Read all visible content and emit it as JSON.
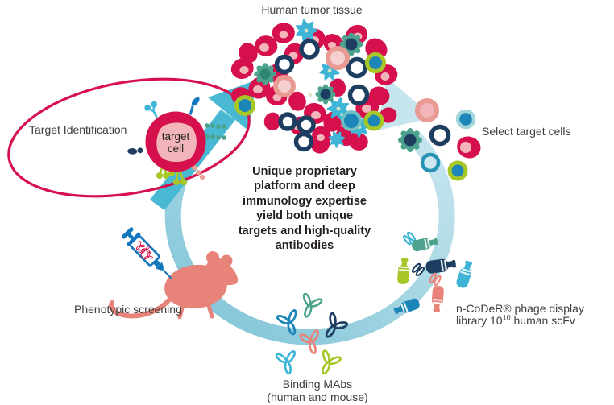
{
  "diagram": {
    "title_top": "Human tumor tissue",
    "labels": {
      "select_cells": "Select target cells",
      "phage_line1": "n-CoDeR® phage display",
      "phage_lib_prefix": "library 10",
      "phage_lib_sup": "10",
      "phage_lib_suffix": " human scFv",
      "binding_line1": "Binding MAbs",
      "binding_line2": "(human and mouse)",
      "phenotypic": "Phenotypic screening",
      "target_identification": "Target Identification",
      "target_cell_line1": "target",
      "target_cell_line2": "cell"
    },
    "center_message": {
      "lines": [
        "Unique proprietary",
        "platform and deep",
        "immunology expertise",
        "yield both unique",
        "targets and high-quality",
        "antibodies"
      ]
    }
  },
  "palette": {
    "crimson": "#d5104c",
    "pink": "#f2b6ba",
    "pinklight": "#f6d0d0",
    "pinkring": "#e89a93",
    "navy": "#1d3e61",
    "teal": "#4ca28d",
    "sky": "#3eb5d7",
    "blue": "#1d86b8",
    "lime": "#a6c727",
    "bandpale": "#c6e5ef",
    "bandmid": "#9fd3e1",
    "banddark": "#7cc3d7",
    "arrow": "#49b8d3",
    "salmon": "#e8837a",
    "salmonlight": "#eda093",
    "syringe": "#1476bd",
    "sage": "#d6e5c5",
    "ink": "#231f20",
    "gray": "#3d3d3c"
  }
}
